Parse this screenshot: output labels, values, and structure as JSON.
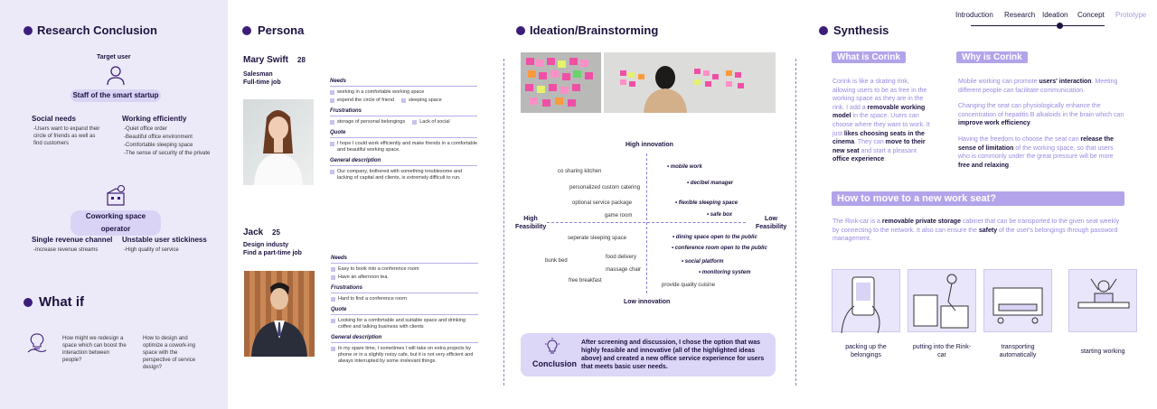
{
  "nav": {
    "items": [
      "Introduction",
      "Research",
      "Ideation",
      "Concept",
      "Prototype"
    ],
    "active": "Ideation"
  },
  "research": {
    "title": "Research Conclusion",
    "target_user_label": "Target user",
    "staff_pill": "Staff of the smart startup",
    "social": {
      "title": "Social needs",
      "text": "-Users want to expand their circle of friends as well as find customers"
    },
    "working": {
      "title": "Working efficiently",
      "lines": [
        "-Quiet office order",
        "-Beautiful office environment",
        "-Comfortable sleeping space",
        "-The sense of security of the private"
      ]
    },
    "operator_pill": "Coworking space operator",
    "revenue": {
      "title": "Single revenue channel",
      "text": "-Increase revenue streams"
    },
    "stickiness": {
      "title": "Unstable user stickiness",
      "text": "-High quality of service"
    }
  },
  "whatif": {
    "title": "What if",
    "q1": "How might we redesign a space which can boost the interaction between people?",
    "q2": "How to design and optimize a cowork-ing space with the perspective of service design?"
  },
  "persona": {
    "title": "Persona",
    "p1": {
      "name": "Mary Swift",
      "age": "28",
      "role": "Salesman",
      "job": "Full-time job",
      "needs_label": "Needs",
      "needs": [
        "working in a comfortable working space",
        "expend the circle of friend",
        "sleeping space"
      ],
      "frustrations_label": "Frustrations",
      "frustrations": [
        "storage of personal belongings",
        "Lack of social"
      ],
      "quote_label": "Quote",
      "quote": "I hope I could work efficiently and make friends in a comfortable and beautiful working space.",
      "desc_label": "General description",
      "desc": "Our company, bothered with something troublesome and lacking of capital and clients, is extremely difficult to run."
    },
    "p2": {
      "name": "Jack",
      "age": "25",
      "role": "Design industy",
      "job": "Find a part-time job",
      "needs_label": "Needs",
      "needs": [
        "Easy to book into a conference room",
        "Have an afternoon tea."
      ],
      "frustrations_label": "Frustrations",
      "frustrations": [
        "Hard to find a conference room"
      ],
      "quote_label": "Quote",
      "quote": "Looking for a comfortable and suitable space and drinking coffee and talking business with clients",
      "desc_label": "General description",
      "desc": "In my spare time, I sometimes I will take on extra projects by phone or in a slightly noisy cafe, but it is not very efficient and always interrupted by some irrelevant things."
    }
  },
  "ideation": {
    "title": "Ideation/Brainstorming",
    "axes": {
      "top": "High innovation",
      "bottom": "Low innovation",
      "left": "High Feasibility",
      "right": "Low Feasibility"
    },
    "highlighted": [
      "mobile work",
      "decibel manager",
      "flexible sleeping space",
      "safe box",
      "dining space open to the public",
      "conference room open to the public",
      "social platform",
      "monitoring system"
    ],
    "others": [
      "co sharing kitchen",
      "personalized custom catering",
      "optional service package",
      "game room",
      "seperate sleeping space",
      "food delivery",
      "bunk bed",
      "massage chair",
      "free breakfast",
      "provide quality cuisine"
    ],
    "conclusion_label": "Conclusion",
    "conclusion_text": "After screening and discussion, I chose the option that was highly feasible and innovative (all of the highlighted ideas above) and created a new office service experience for users that meets basic user needs."
  },
  "synthesis": {
    "title": "Synthesis",
    "what_tag": "What is Corink",
    "why_tag": "Why is Corink",
    "how_tag": "How to move to a new work seat?",
    "how_text_a": "The Rink-car is a ",
    "how_text_b": "removable private storage",
    "how_text_c": " cabinet that can be transported to the given seat weekly by connecting to the network. It also can ensure the ",
    "how_text_d": "safety",
    "how_text_e": " of the user's belongings through password management.",
    "steps": [
      "packing up the belongings",
      "putting into the Rink-car",
      "transporting automatically",
      "starting working"
    ]
  }
}
